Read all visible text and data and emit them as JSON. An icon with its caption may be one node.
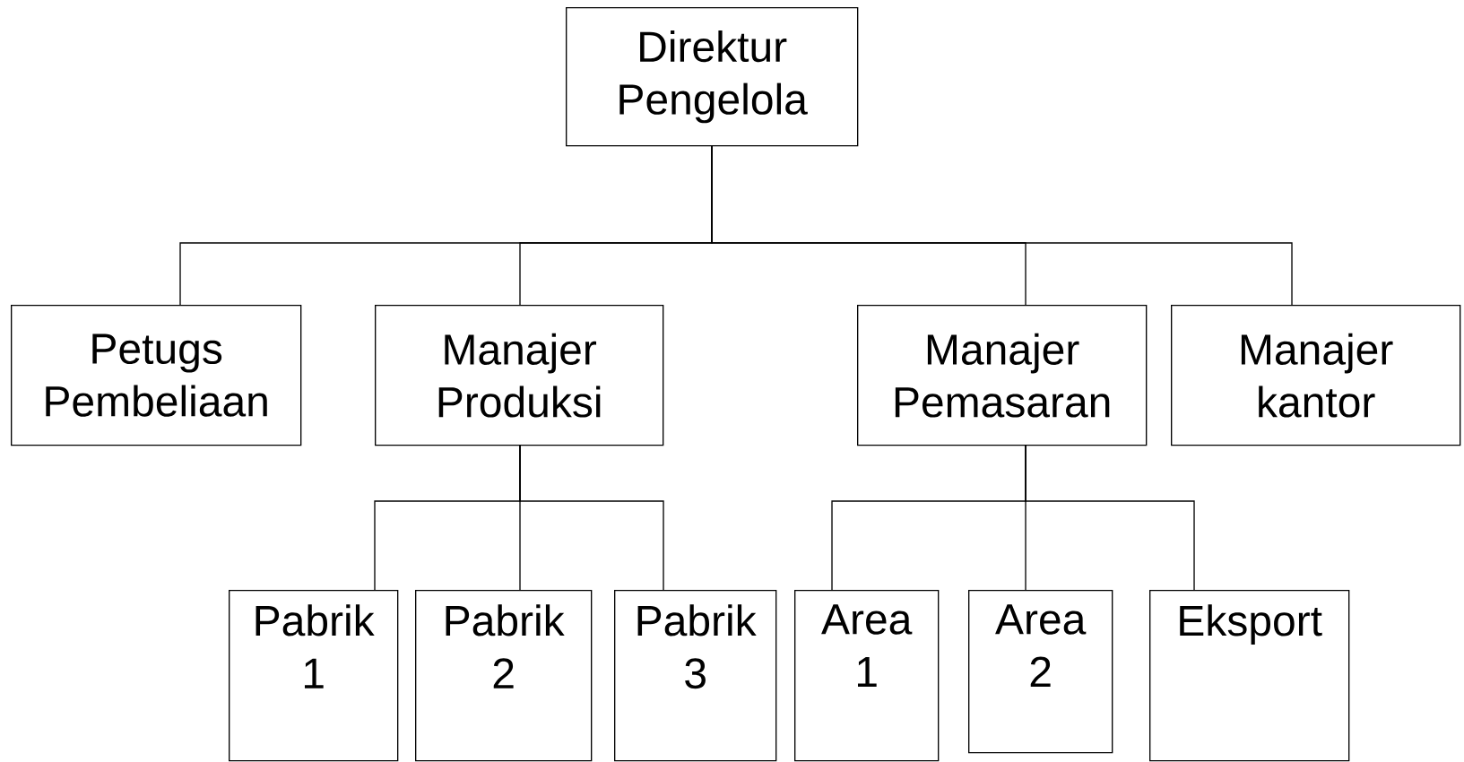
{
  "diagram": {
    "nodes": [
      {
        "text": [
          "Direktur Pengelola"
        ]
      },
      {
        "text": [
          "Petugs Pembeliaan"
        ]
      },
      {
        "text": [
          "Manajer Produksi"
        ]
      },
      {
        "text": [
          "Manajer Pemasaran"
        ]
      },
      {
        "text": [
          "Manajer kantor"
        ]
      },
      {
        "text": [
          "Pabrik 1"
        ]
      },
      {
        "text": [
          "Pabrik 2"
        ]
      },
      {
        "text": [
          "Pabrik 3"
        ]
      },
      {
        "text": [
          "Area 1"
        ]
      },
      {
        "text": [
          "Area 2"
        ]
      },
      {
        "text": [
          "Eksport"
        ]
      }
    ],
    "edges": [
      {
        "from": 0,
        "to": 1,
        "arrow": "none"
      },
      {
        "from": 0,
        "to": 2,
        "arrow": "none"
      },
      {
        "from": 0,
        "to": 3,
        "arrow": "none"
      },
      {
        "from": 0,
        "to": 4,
        "arrow": "none"
      },
      {
        "from": 2,
        "to": 5,
        "arrow": "none"
      },
      {
        "from": 2,
        "to": 6,
        "arrow": "none"
      },
      {
        "from": 2,
        "to": 7,
        "arrow": "none"
      },
      {
        "from": 3,
        "to": 8,
        "arrow": "none"
      },
      {
        "from": 3,
        "to": 9,
        "arrow": "none"
      },
      {
        "from": 3,
        "to": 10,
        "arrow": "none"
      }
    ]
  }
}
